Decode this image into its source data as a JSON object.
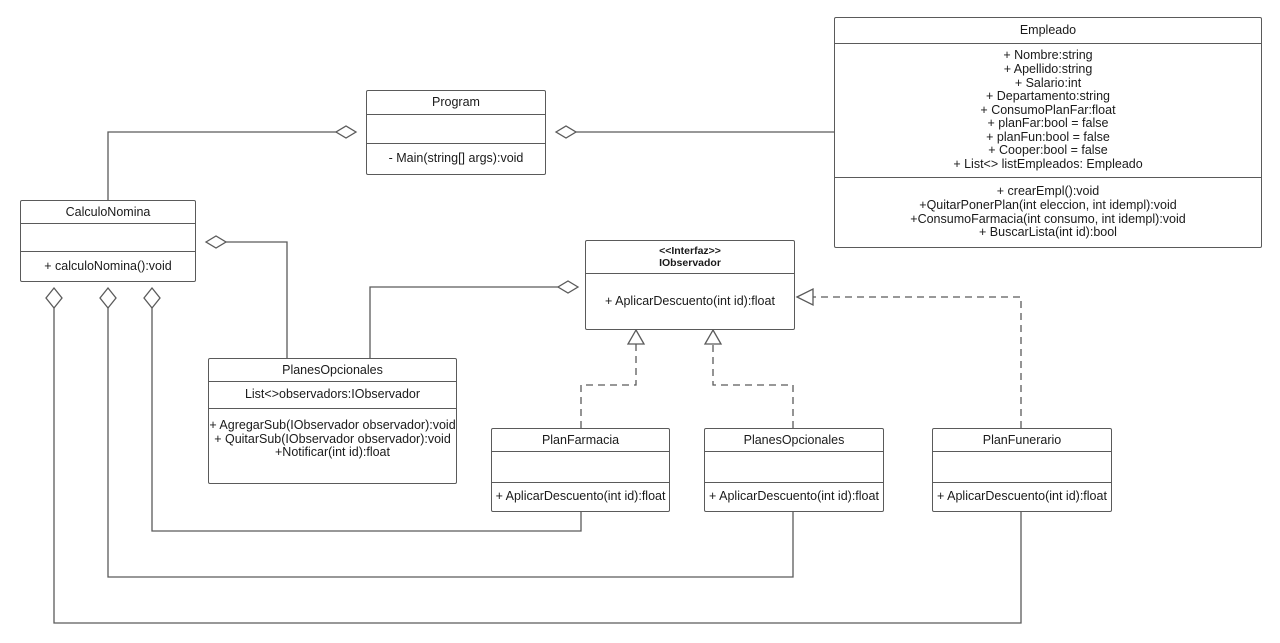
{
  "diagram": {
    "type": "uml-class-diagram",
    "title": "",
    "stereotype_interface": "<<Interfaz>>",
    "colors": {
      "stroke": "#5a5a5a",
      "text": "#1a1a1a",
      "background": "#ffffff"
    }
  },
  "classes": [
    {
      "id": "empleado",
      "name": "Empleado",
      "attributes": [
        "+  Nombre:string",
        "+  Apellido:string",
        "+  Salario:int",
        "+  Departamento:string",
        "+  ConsumoPlanFar:float",
        "+  planFar:bool = false",
        "+  planFun:bool = false",
        "+  Cooper:bool  = false",
        "+ List<> listEmpleados: Empleado"
      ],
      "operations": [
        "+ crearEmpl():void",
        "+QuitarPonerPlan(int eleccion, int idempl):void",
        "+ConsumoFarmacia(int consumo, int idempl):void",
        "+ BuscarLista(int id):bool"
      ]
    },
    {
      "id": "program",
      "name": "Program",
      "attributes": [],
      "operations": [
        "- Main(string[] args):void"
      ]
    },
    {
      "id": "calculonomina",
      "name": "CalculoNomina",
      "attributes": [],
      "operations": [
        "+ calculoNomina():void"
      ]
    },
    {
      "id": "iobservador",
      "name": "IObservador",
      "stereotype": "<<Interfaz>>",
      "attributes": [],
      "operations": [
        "+ AplicarDescuento(int id):float"
      ]
    },
    {
      "id": "planesopcionales_subject",
      "name": "PlanesOpcionales",
      "attributes": [
        "List<>observadors:IObservador"
      ],
      "operations": [
        "+ AgregarSub(IObservador observador):void",
        "+ QuitarSub(IObservador observador):void",
        "+Notificar(int id):float"
      ]
    },
    {
      "id": "planfarmacia",
      "name": "PlanFarmacia",
      "attributes": [],
      "operations": [
        "+ AplicarDescuento(int id):float"
      ]
    },
    {
      "id": "planesopcionales_impl",
      "name": "PlanesOpcionales",
      "attributes": [],
      "operations": [
        "+ AplicarDescuento(int id):float"
      ]
    },
    {
      "id": "planfunerario",
      "name": "PlanFunerario",
      "attributes": [],
      "operations": [
        "+ AplicarDescuento(int id):float"
      ]
    }
  ],
  "relationships": [
    {
      "id": "rel-program-empleado",
      "kind": "aggregation",
      "from": "program",
      "to": "empleado"
    },
    {
      "id": "rel-program-calculonomina",
      "kind": "aggregation",
      "from": "program",
      "to": "calculonomina"
    },
    {
      "id": "rel-calculonomina-planesopcionales",
      "kind": "aggregation",
      "from": "calculonomina",
      "to": "planesopcionales_subject"
    },
    {
      "id": "rel-planesopcionales-iobservador",
      "kind": "aggregation",
      "from": "planesopcionales_subject",
      "to": "iobservador"
    },
    {
      "id": "rel-calculonomina-planfarmacia",
      "kind": "aggregation",
      "from": "calculonomina",
      "to": "planfarmacia"
    },
    {
      "id": "rel-calculonomina-planesopcionales-impl",
      "kind": "aggregation",
      "from": "calculonomina",
      "to": "planesopcionales_impl"
    },
    {
      "id": "rel-calculonomina-planfunerario",
      "kind": "aggregation",
      "from": "calculonomina",
      "to": "planfunerario"
    },
    {
      "id": "rel-planfarmacia-iobservador",
      "kind": "realization",
      "from": "planfarmacia",
      "to": "iobservador"
    },
    {
      "id": "rel-planesopcionalesimpl-iobservador",
      "kind": "realization",
      "from": "planesopcionales_impl",
      "to": "iobservador"
    },
    {
      "id": "rel-planfunerario-iobservador",
      "kind": "realization",
      "from": "planfunerario",
      "to": "iobservador"
    }
  ]
}
